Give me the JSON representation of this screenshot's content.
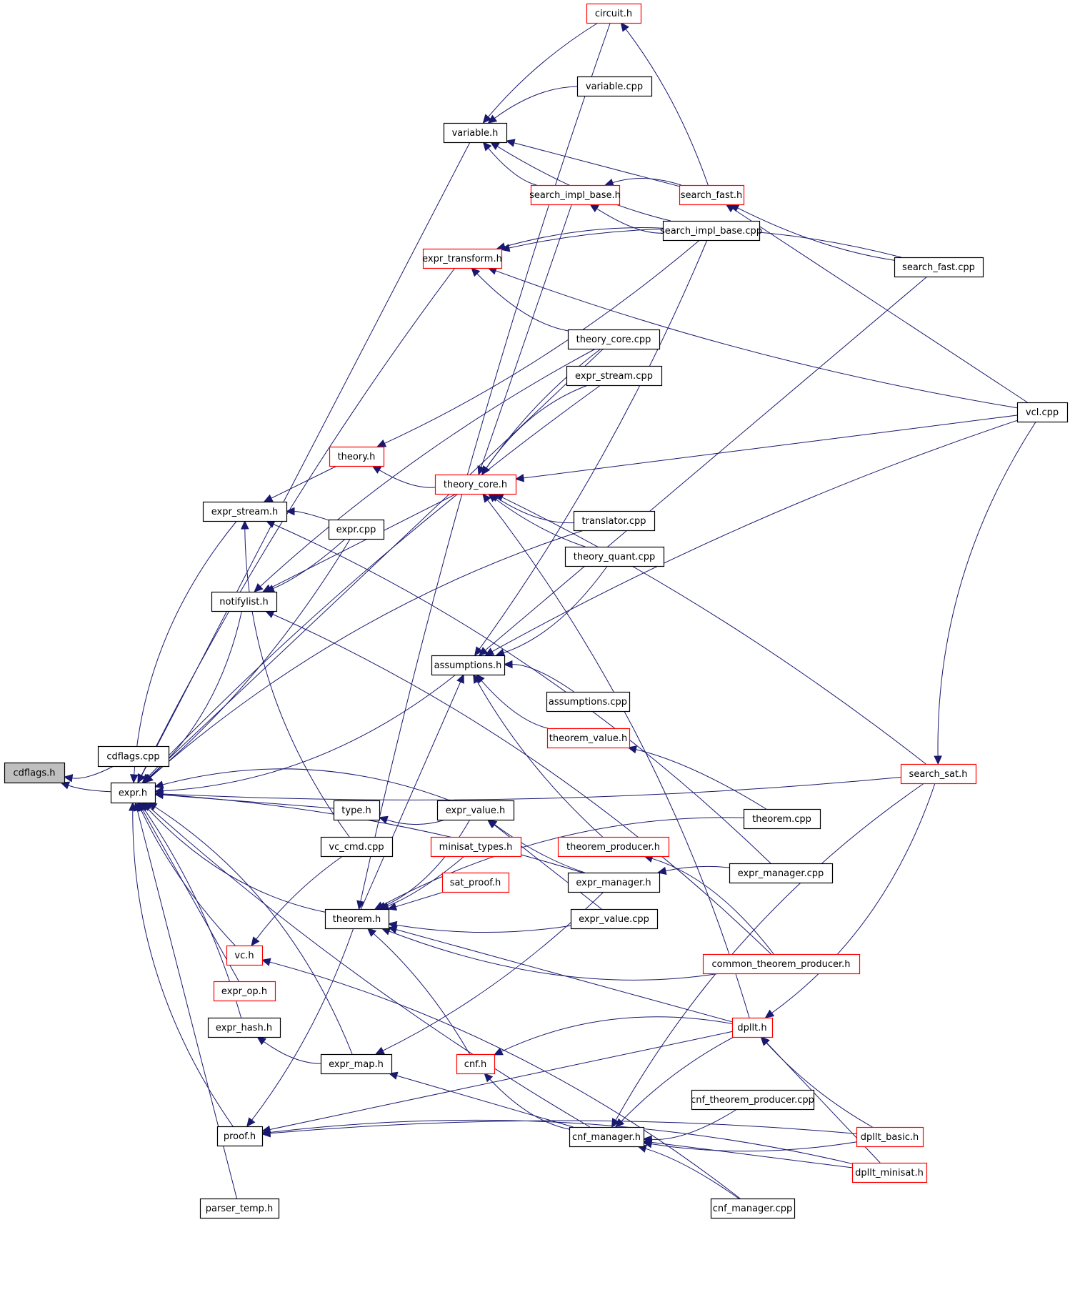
{
  "title": "cdflags.h include dependency graph (included-by)",
  "colors": {
    "edge": "#191970",
    "root_fill": "#bfbfbf",
    "node_border": "#000000",
    "truncated_border": "#ff0000",
    "node_fill": "#ffffff"
  },
  "legend_note": "Red-bordered nodes are truncated (have further includers not shown)",
  "nodes": [
    {
      "id": "cdflags_h",
      "label": "cdflags.h",
      "kind": "root"
    },
    {
      "id": "cdflags_cpp",
      "label": "cdflags.cpp",
      "kind": "normal"
    },
    {
      "id": "expr_h",
      "label": "expr.h",
      "kind": "normal"
    },
    {
      "id": "circuit_h",
      "label": "circuit.h",
      "kind": "truncated"
    },
    {
      "id": "variable_cpp",
      "label": "variable.cpp",
      "kind": "normal"
    },
    {
      "id": "variable_h",
      "label": "variable.h",
      "kind": "normal"
    },
    {
      "id": "search_impl_base_h",
      "label": "search_impl_base.h",
      "kind": "truncated"
    },
    {
      "id": "search_fast_h",
      "label": "search_fast.h",
      "kind": "truncated"
    },
    {
      "id": "search_impl_base_cpp",
      "label": "search_impl_base.cpp",
      "kind": "normal"
    },
    {
      "id": "expr_transform_h",
      "label": "expr_transform.h",
      "kind": "truncated"
    },
    {
      "id": "search_fast_cpp",
      "label": "search_fast.cpp",
      "kind": "normal"
    },
    {
      "id": "theory_core_cpp",
      "label": "theory_core.cpp",
      "kind": "normal"
    },
    {
      "id": "expr_stream_cpp",
      "label": "expr_stream.cpp",
      "kind": "normal"
    },
    {
      "id": "vcl_cpp",
      "label": "vcl.cpp",
      "kind": "normal"
    },
    {
      "id": "theory_h",
      "label": "theory.h",
      "kind": "truncated"
    },
    {
      "id": "theory_core_h",
      "label": "theory_core.h",
      "kind": "truncated"
    },
    {
      "id": "expr_stream_h",
      "label": "expr_stream.h",
      "kind": "normal"
    },
    {
      "id": "expr_cpp",
      "label": "expr.cpp",
      "kind": "normal"
    },
    {
      "id": "translator_cpp",
      "label": "translator.cpp",
      "kind": "normal"
    },
    {
      "id": "theory_quant_cpp",
      "label": "theory_quant.cpp",
      "kind": "normal"
    },
    {
      "id": "notifylist_h",
      "label": "notifylist.h",
      "kind": "normal"
    },
    {
      "id": "assumptions_h",
      "label": "assumptions.h",
      "kind": "normal"
    },
    {
      "id": "assumptions_cpp",
      "label": "assumptions.cpp",
      "kind": "normal"
    },
    {
      "id": "theorem_value_h",
      "label": "theorem_value.h",
      "kind": "truncated"
    },
    {
      "id": "search_sat_h",
      "label": "search_sat.h",
      "kind": "truncated"
    },
    {
      "id": "theorem_cpp",
      "label": "theorem.cpp",
      "kind": "normal"
    },
    {
      "id": "type_h",
      "label": "type.h",
      "kind": "normal"
    },
    {
      "id": "expr_value_h",
      "label": "expr_value.h",
      "kind": "normal"
    },
    {
      "id": "vc_cmd_cpp",
      "label": "vc_cmd.cpp",
      "kind": "normal"
    },
    {
      "id": "minisat_types_h",
      "label": "minisat_types.h",
      "kind": "truncated"
    },
    {
      "id": "theorem_producer_h",
      "label": "theorem_producer.h",
      "kind": "truncated"
    },
    {
      "id": "expr_manager_cpp",
      "label": "expr_manager.cpp",
      "kind": "normal"
    },
    {
      "id": "sat_proof_h",
      "label": "sat_proof.h",
      "kind": "truncated"
    },
    {
      "id": "expr_manager_h",
      "label": "expr_manager.h",
      "kind": "normal"
    },
    {
      "id": "theorem_h",
      "label": "theorem.h",
      "kind": "normal"
    },
    {
      "id": "expr_value_cpp",
      "label": "expr_value.cpp",
      "kind": "normal"
    },
    {
      "id": "common_theorem_producer_h",
      "label": "common_theorem_producer.h",
      "kind": "truncated"
    },
    {
      "id": "vc_h",
      "label": "vc.h",
      "kind": "truncated"
    },
    {
      "id": "expr_op_h",
      "label": "expr_op.h",
      "kind": "truncated"
    },
    {
      "id": "dpllt_h",
      "label": "dpllt.h",
      "kind": "truncated"
    },
    {
      "id": "expr_hash_h",
      "label": "expr_hash.h",
      "kind": "normal"
    },
    {
      "id": "expr_map_h",
      "label": "expr_map.h",
      "kind": "normal"
    },
    {
      "id": "cnf_h",
      "label": "cnf.h",
      "kind": "truncated"
    },
    {
      "id": "cnf_theorem_producer_cpp",
      "label": "cnf_theorem_producer.cpp",
      "kind": "normal"
    },
    {
      "id": "proof_h",
      "label": "proof.h",
      "kind": "normal"
    },
    {
      "id": "cnf_manager_h",
      "label": "cnf_manager.h",
      "kind": "normal"
    },
    {
      "id": "dpllt_basic_h",
      "label": "dpllt_basic.h",
      "kind": "truncated"
    },
    {
      "id": "dpllt_minisat_h",
      "label": "dpllt_minisat.h",
      "kind": "truncated"
    },
    {
      "id": "parser_temp_h",
      "label": "parser_temp.h",
      "kind": "normal"
    },
    {
      "id": "cnf_manager_cpp",
      "label": "cnf_manager.cpp",
      "kind": "normal"
    }
  ],
  "edges": [
    [
      "cdflags_cpp",
      "cdflags_h"
    ],
    [
      "expr_h",
      "cdflags_h"
    ],
    [
      "variable_h",
      "expr_h"
    ],
    [
      "expr_transform_h",
      "expr_h"
    ],
    [
      "expr_stream_h",
      "expr_h"
    ],
    [
      "notifylist_h",
      "expr_h"
    ],
    [
      "expr_cpp",
      "expr_h"
    ],
    [
      "theory_core_cpp",
      "expr_h"
    ],
    [
      "expr_stream_cpp",
      "expr_h"
    ],
    [
      "translator_cpp",
      "expr_h"
    ],
    [
      "assumptions_h",
      "expr_h"
    ],
    [
      "search_sat_h",
      "expr_h"
    ],
    [
      "type_h",
      "expr_h"
    ],
    [
      "expr_manager_h",
      "expr_h"
    ],
    [
      "expr_value_h",
      "expr_h"
    ],
    [
      "theorem_h",
      "expr_h"
    ],
    [
      "vc_h",
      "expr_h"
    ],
    [
      "expr_op_h",
      "expr_h"
    ],
    [
      "expr_hash_h",
      "expr_h"
    ],
    [
      "expr_map_h",
      "expr_h"
    ],
    [
      "proof_h",
      "expr_h"
    ],
    [
      "cnf_manager_h",
      "expr_h"
    ],
    [
      "parser_temp_h",
      "expr_h"
    ],
    [
      "circuit_h",
      "variable_h"
    ],
    [
      "variable_cpp",
      "variable_h"
    ],
    [
      "search_impl_base_h",
      "variable_h"
    ],
    [
      "search_impl_base_cpp",
      "variable_h"
    ],
    [
      "search_fast_h",
      "variable_h"
    ],
    [
      "search_fast_h",
      "circuit_h"
    ],
    [
      "search_fast_h",
      "search_impl_base_h"
    ],
    [
      "search_impl_base_cpp",
      "search_impl_base_h"
    ],
    [
      "search_fast_cpp",
      "search_fast_h"
    ],
    [
      "vcl_cpp",
      "search_fast_h"
    ],
    [
      "search_impl_base_cpp",
      "expr_transform_h"
    ],
    [
      "search_fast_cpp",
      "expr_transform_h"
    ],
    [
      "theory_core_cpp",
      "expr_transform_h"
    ],
    [
      "vcl_cpp",
      "expr_transform_h"
    ],
    [
      "theory_h",
      "expr_stream_h"
    ],
    [
      "expr_cpp",
      "expr_stream_h"
    ],
    [
      "expr_manager_cpp",
      "expr_stream_h"
    ],
    [
      "vc_cmd_cpp",
      "expr_stream_h"
    ],
    [
      "expr_cpp",
      "notifylist_h"
    ],
    [
      "theory_core_h",
      "notifylist_h"
    ],
    [
      "theory_core_cpp",
      "notifylist_h"
    ],
    [
      "common_theorem_producer_h",
      "notifylist_h"
    ],
    [
      "theory_core_h",
      "theory_h"
    ],
    [
      "search_impl_base_cpp",
      "theory_h"
    ],
    [
      "search_impl_base_h",
      "theory_core_h"
    ],
    [
      "theory_core_cpp",
      "theory_core_h"
    ],
    [
      "expr_stream_cpp",
      "theory_core_h"
    ],
    [
      "translator_cpp",
      "theory_core_h"
    ],
    [
      "theory_quant_cpp",
      "theory_core_h"
    ],
    [
      "vcl_cpp",
      "theory_core_h"
    ],
    [
      "search_sat_h",
      "theory_core_h"
    ],
    [
      "dpllt_h",
      "theory_core_h"
    ],
    [
      "theory_quant_cpp",
      "assumptions_h"
    ],
    [
      "search_impl_base_cpp",
      "assumptions_h"
    ],
    [
      "search_fast_cpp",
      "assumptions_h"
    ],
    [
      "vcl_cpp",
      "assumptions_h"
    ],
    [
      "assumptions_cpp",
      "assumptions_h"
    ],
    [
      "theorem_value_h",
      "assumptions_h"
    ],
    [
      "theorem_producer_h",
      "assumptions_h"
    ],
    [
      "theorem_h",
      "assumptions_h"
    ],
    [
      "theorem_cpp",
      "theorem_value_h"
    ],
    [
      "vcl_cpp",
      "search_sat_h"
    ],
    [
      "expr_value_h",
      "type_h"
    ],
    [
      "expr_manager_h",
      "expr_value_h"
    ],
    [
      "expr_value_cpp",
      "expr_value_h"
    ],
    [
      "expr_manager_cpp",
      "expr_manager_h"
    ],
    [
      "common_theorem_producer_h",
      "theorem_producer_h"
    ],
    [
      "expr_value_h",
      "theorem_h"
    ],
    [
      "minisat_types_h",
      "theorem_h"
    ],
    [
      "sat_proof_h",
      "theorem_h"
    ],
    [
      "circuit_h",
      "theorem_h"
    ],
    [
      "theorem_cpp",
      "theorem_h"
    ],
    [
      "common_theorem_producer_h",
      "theorem_h"
    ],
    [
      "expr_value_cpp",
      "theorem_h"
    ],
    [
      "dpllt_h",
      "theorem_h"
    ],
    [
      "vc_cmd_cpp",
      "vc_h"
    ],
    [
      "cnf_manager_cpp",
      "vc_h"
    ],
    [
      "expr_map_h",
      "expr_hash_h"
    ],
    [
      "expr_manager_h",
      "expr_map_h"
    ],
    [
      "cnf_manager_h",
      "expr_map_h"
    ],
    [
      "cnf_h",
      "theorem_h"
    ],
    [
      "dpllt_h",
      "cnf_h"
    ],
    [
      "cnf_manager_h",
      "cnf_h"
    ],
    [
      "theorem_h",
      "proof_h"
    ],
    [
      "dpllt_h",
      "proof_h"
    ],
    [
      "dpllt_basic_h",
      "proof_h"
    ],
    [
      "dpllt_minisat_h",
      "proof_h"
    ],
    [
      "search_sat_h",
      "dpllt_h"
    ],
    [
      "dpllt_basic_h",
      "dpllt_h"
    ],
    [
      "dpllt_minisat_h",
      "dpllt_h"
    ],
    [
      "dpllt_h",
      "cnf_manager_h"
    ],
    [
      "search_sat_h",
      "cnf_manager_h"
    ],
    [
      "cnf_theorem_producer_cpp",
      "cnf_manager_h"
    ],
    [
      "dpllt_basic_h",
      "cnf_manager_h"
    ],
    [
      "dpllt_minisat_h",
      "cnf_manager_h"
    ],
    [
      "cnf_manager_cpp",
      "cnf_manager_h"
    ]
  ]
}
